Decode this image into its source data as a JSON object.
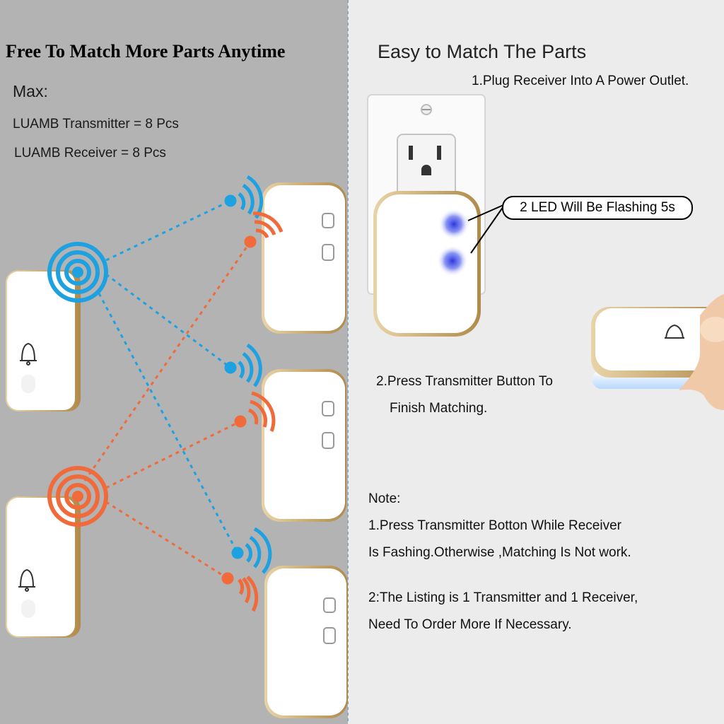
{
  "left_panel": {
    "headline": "Free To Match More Parts Anytime",
    "max_label": "Max:",
    "transmitter_spec": "LUAMB Transmitter = 8 Pcs",
    "receiver_spec": "LUAMB Receiver = 8 Pcs"
  },
  "right_panel": {
    "title": "Easy to Match The Parts",
    "step1": "1.Plug Receiver Into A Power Outlet.",
    "led_callout": "2 LED Will Be Flashing 5s",
    "step2_line1": "2.Press Transmitter Button To",
    "step2_line2": "Finish Matching.",
    "note_title": "Note:",
    "note1_line1": "1.Press Transmitter Botton While Receiver",
    "note1_line2": "Is Fashing.Otherwise ,Matching Is Not work.",
    "note2_line1": "2:The Listing is 1 Transmitter and 1 Receiver,",
    "note2_line2": "Need To Order More If Necessary."
  },
  "colors": {
    "left_bg": "#b3b3b3",
    "right_bg": "#ececec",
    "signal_blue": "#1ea1e0",
    "signal_orange": "#f06a3a",
    "gold_trim": "#c8a86a",
    "led_blue": "#3a4fe0"
  },
  "icons": [
    "bell-icon",
    "wifi-signal-icon",
    "broadcast-rings-icon",
    "led-light-icon"
  ]
}
